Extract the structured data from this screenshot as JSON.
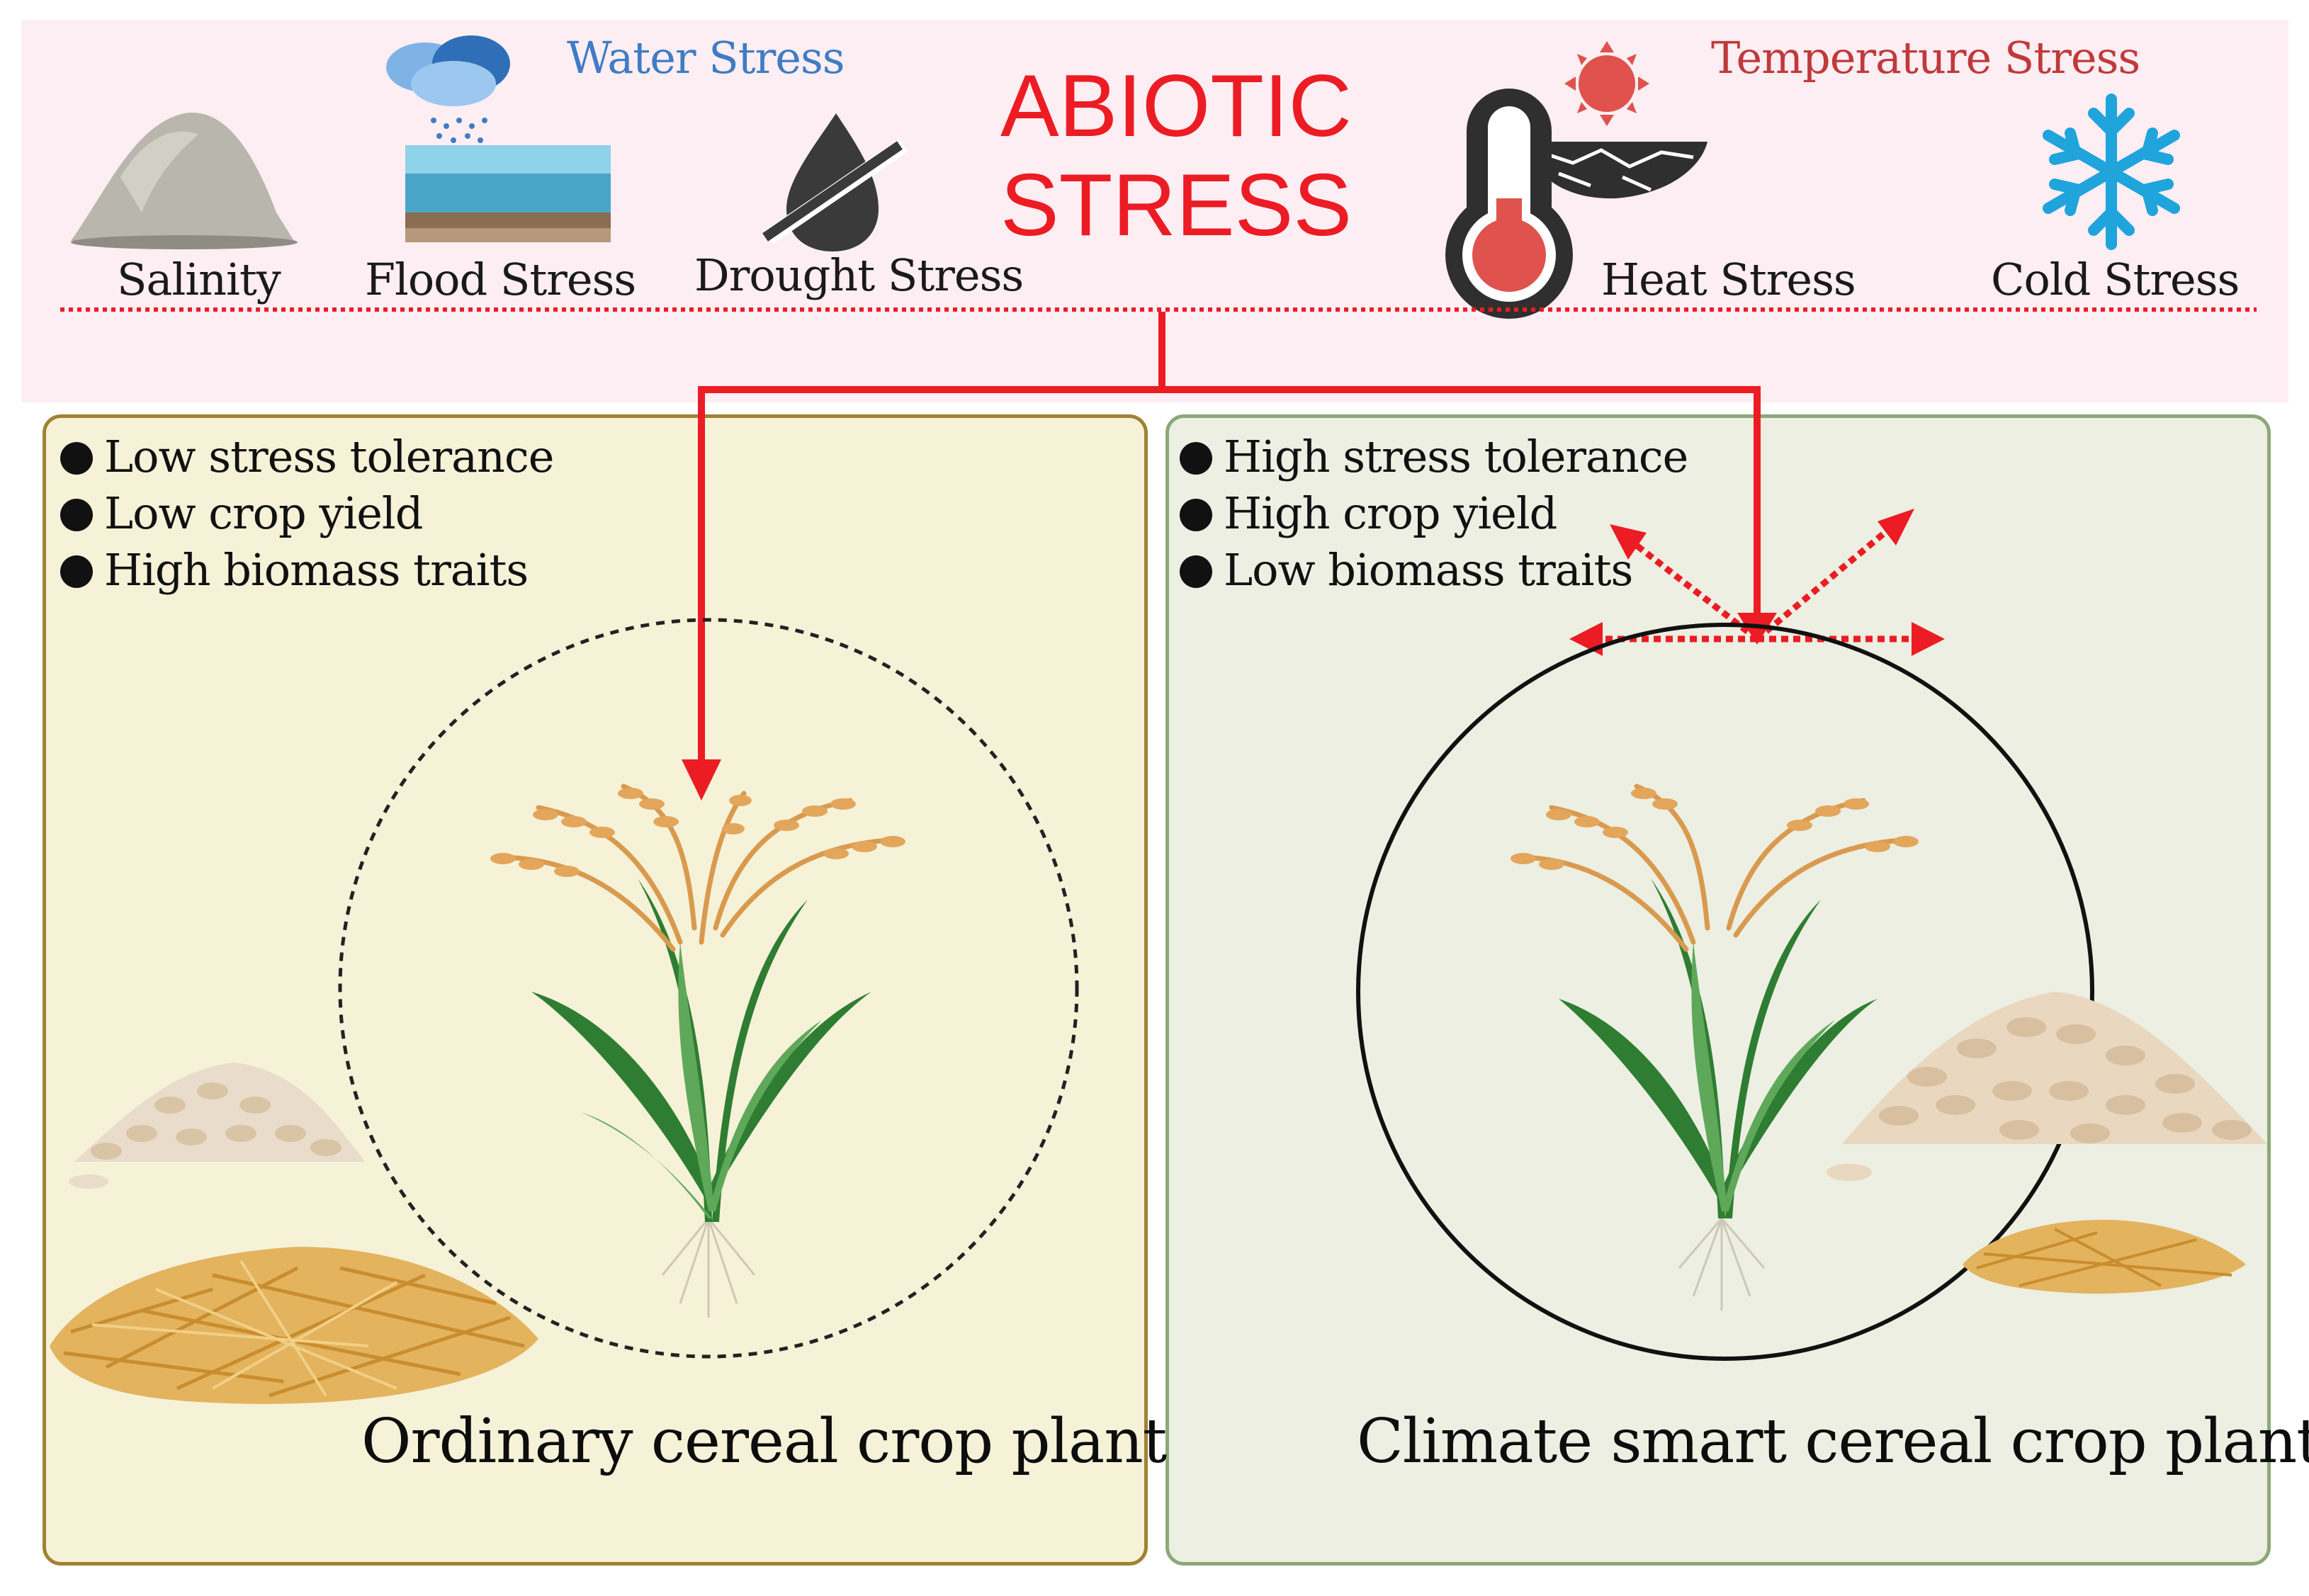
{
  "header": {
    "title_line1": "ABIOTIC",
    "title_line2": "STRESS",
    "water_group_label": "Water Stress",
    "temperature_group_label": "Temperature Stress",
    "stresses": [
      "Salinity",
      "Flood Stress",
      "Drought Stress",
      "Heat Stress",
      "Cold Stress"
    ]
  },
  "left_panel": {
    "bullets": [
      "Low stress tolerance",
      "Low crop yield",
      "High biomass traits"
    ],
    "title": "Ordinary cereal crop plant"
  },
  "right_panel": {
    "bullets": [
      "High stress tolerance",
      "High crop yield",
      "Low biomass traits"
    ],
    "title": "Climate smart cereal crop plant"
  },
  "colors": {
    "title_red": "#ec1c24",
    "water_blue": "#3f7cc4",
    "temperature_red": "#c0393b",
    "left_panel_bg": "#f5f2d8",
    "right_panel_bg": "#ecefe2",
    "header_bg": "#fdeef3"
  }
}
